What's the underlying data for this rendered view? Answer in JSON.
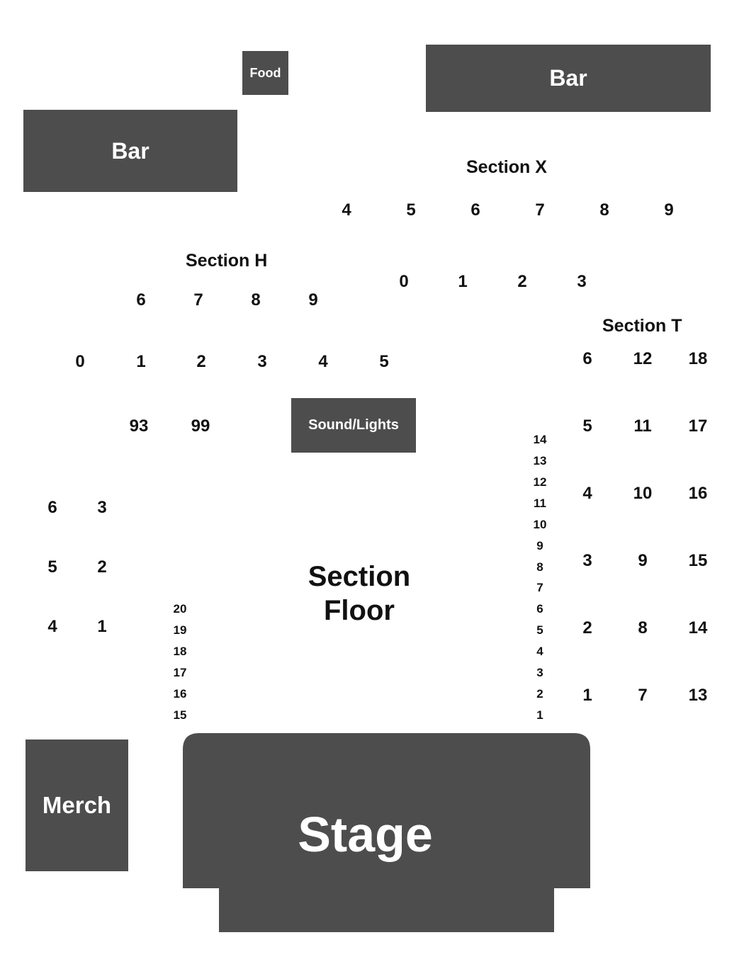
{
  "venue": {
    "food": "Food",
    "bar_left": "Bar",
    "bar_right": "Bar",
    "sound_lights": "Sound/Lights",
    "merch": "Merch",
    "stage": "Stage",
    "block_color": "#4d4d4d"
  },
  "sections": {
    "x": {
      "label": "Section X",
      "row_upper": [
        "4",
        "5",
        "6",
        "7",
        "8",
        "9"
      ],
      "row_lower": [
        "0",
        "1",
        "2",
        "3"
      ]
    },
    "h": {
      "label": "Section H",
      "row_upper": [
        "6",
        "7",
        "8",
        "9"
      ],
      "row_lower": [
        "0",
        "1",
        "2",
        "3",
        "4",
        "5"
      ],
      "row_extra": [
        "93",
        "99"
      ]
    },
    "t": {
      "label": "Section T",
      "col1": [
        "6",
        "5",
        "4",
        "3",
        "2",
        "1"
      ],
      "col2": [
        "12",
        "11",
        "10",
        "9",
        "8",
        "7"
      ],
      "col3": [
        "18",
        "17",
        "16",
        "15",
        "14",
        "13"
      ]
    },
    "floor": {
      "label_line1": "Section",
      "label_line2": "Floor",
      "left_col": [
        "20",
        "19",
        "18",
        "17",
        "16",
        "15"
      ],
      "right_col": [
        "14",
        "13",
        "12",
        "11",
        "10",
        "9",
        "8",
        "7",
        "6",
        "5",
        "4",
        "3",
        "2",
        "1"
      ]
    },
    "left_cluster": {
      "col1": [
        "6",
        "5",
        "4"
      ],
      "col2": [
        "3",
        "2",
        "1"
      ]
    }
  }
}
